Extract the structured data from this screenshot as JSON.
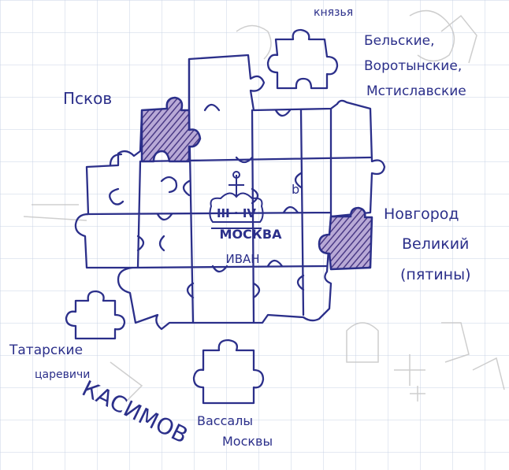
{
  "labels": {
    "knyazya": "князья",
    "princes_list_1": "Бельские,",
    "princes_list_2": "Воротынские,",
    "princes_list_3": "Мстиславские",
    "pskov": "Псков",
    "novgorod_1": "Новгород",
    "novgorod_2": "Великий",
    "novgorod_3": "(пятины)",
    "tatar_1": "Татарские",
    "tatar_2": "царевичи",
    "kasimov": "КАСИМОВ",
    "vassals_1": "Вассалы",
    "vassals_2": "Москвы",
    "crown_numerals": "III · IV",
    "center_city": "МОСКВА",
    "center_ruler": "ИВАН",
    "small_mark": "b"
  },
  "colors": {
    "ink": "#2b2f8a",
    "shade": "#7a5fa6",
    "grid": "#c9d3e6",
    "paper": "#ffffff"
  }
}
